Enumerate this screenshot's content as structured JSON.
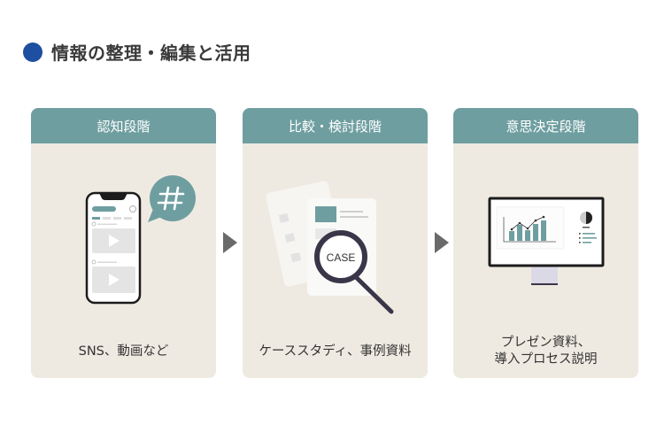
{
  "title": {
    "text": "情報の整理・編集と活用",
    "dot_color": "#1e4fa0"
  },
  "colors": {
    "header": "#6f9ea0",
    "card_bg": "#efeae1",
    "arrow": "#6a6a6a",
    "dark_outline": "#3a3548"
  },
  "stages": [
    {
      "header": "認知段階",
      "illustration": "smartphone-with-hashtag",
      "caption_lines": [
        "SNS、動画など"
      ]
    },
    {
      "header": "比較・検討段階",
      "illustration": "documents-with-magnifier",
      "magnifier_label": "CASE",
      "caption_lines": [
        "ケーススタディ、事例資料"
      ]
    },
    {
      "header": "意思決定段階",
      "illustration": "monitor-with-dashboard",
      "caption_lines": [
        "プレゼン資料、",
        "導入プロセス説明"
      ]
    }
  ],
  "arrows": [
    "arrow-right-icon",
    "arrow-right-icon"
  ]
}
